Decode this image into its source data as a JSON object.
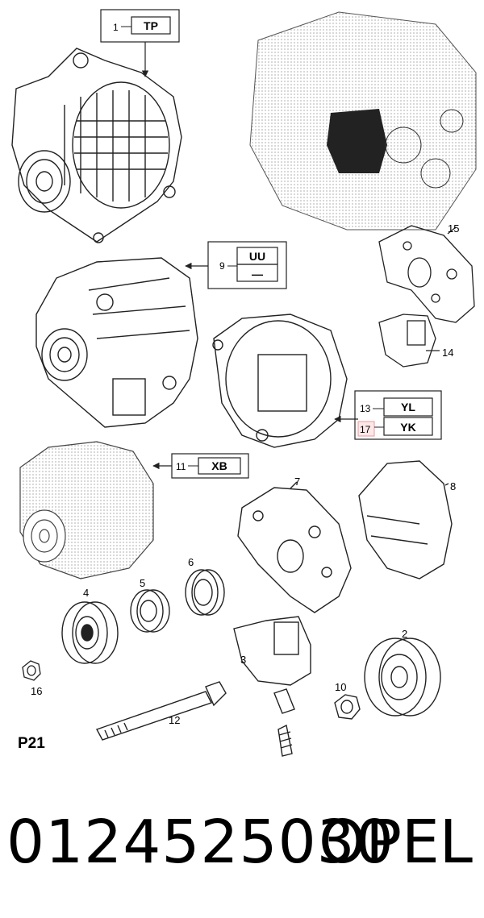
{
  "callouts": {
    "c1": {
      "num": "1",
      "code": "TP"
    },
    "c9": {
      "num": "9",
      "code1": "UU",
      "code2": "—"
    },
    "c13": {
      "num": "13",
      "code": "YL"
    },
    "c17": {
      "num": "17",
      "code": "YK"
    },
    "c11": {
      "num": "11",
      "code": "XB"
    }
  },
  "part_labels": {
    "p2": "2",
    "p3": "3",
    "p4": "4",
    "p5": "5",
    "p6": "6",
    "p7": "7",
    "p8": "8",
    "p10": "10",
    "p12": "12",
    "p14": "14",
    "p15": "15",
    "p16": "16"
  },
  "page_code": "P21",
  "footer": {
    "part_number": "0124525030",
    "brand": "OPEL"
  },
  "colors": {
    "line": "#222222",
    "highlight_box": "#e89a9a"
  }
}
